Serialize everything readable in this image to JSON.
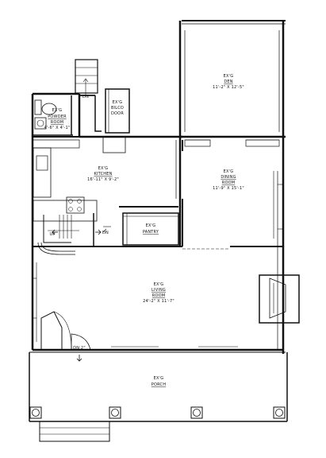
{
  "rooms": {
    "den": {
      "prefix": "EX'G",
      "name": "DEN",
      "dims": "11'-2\" X 12'-5\""
    },
    "powder_room": {
      "prefix": "EX'G",
      "name": "POWDER",
      "name2": "ROOM",
      "dims": "4'-6\" X 4'-1\""
    },
    "bilco_door": {
      "prefix": "EX'G",
      "name": "BILCO",
      "name2": "DOOR"
    },
    "kitchen": {
      "prefix": "EX'G",
      "name": "KITCHEN",
      "dims": "16'-11\" X 9'-2\""
    },
    "dining_room": {
      "prefix": "EX'G",
      "name": "DINING",
      "name2": "ROOM",
      "dims": "11'-9\" X 15'-1\""
    },
    "pantry": {
      "prefix": "EX'G",
      "name": "PANTRY"
    },
    "living_room": {
      "prefix": "EX'G",
      "name": "LIVING",
      "name2": "ROOM",
      "dims": "24'-2\" X 11'-7\""
    },
    "porch": {
      "prefix": "EX'G",
      "name": "PORCH"
    }
  },
  "stair_notes": {
    "top_dn": "DN",
    "up": "UP",
    "kitchen_dn": "DN",
    "porch_dn": "DN 2\""
  }
}
